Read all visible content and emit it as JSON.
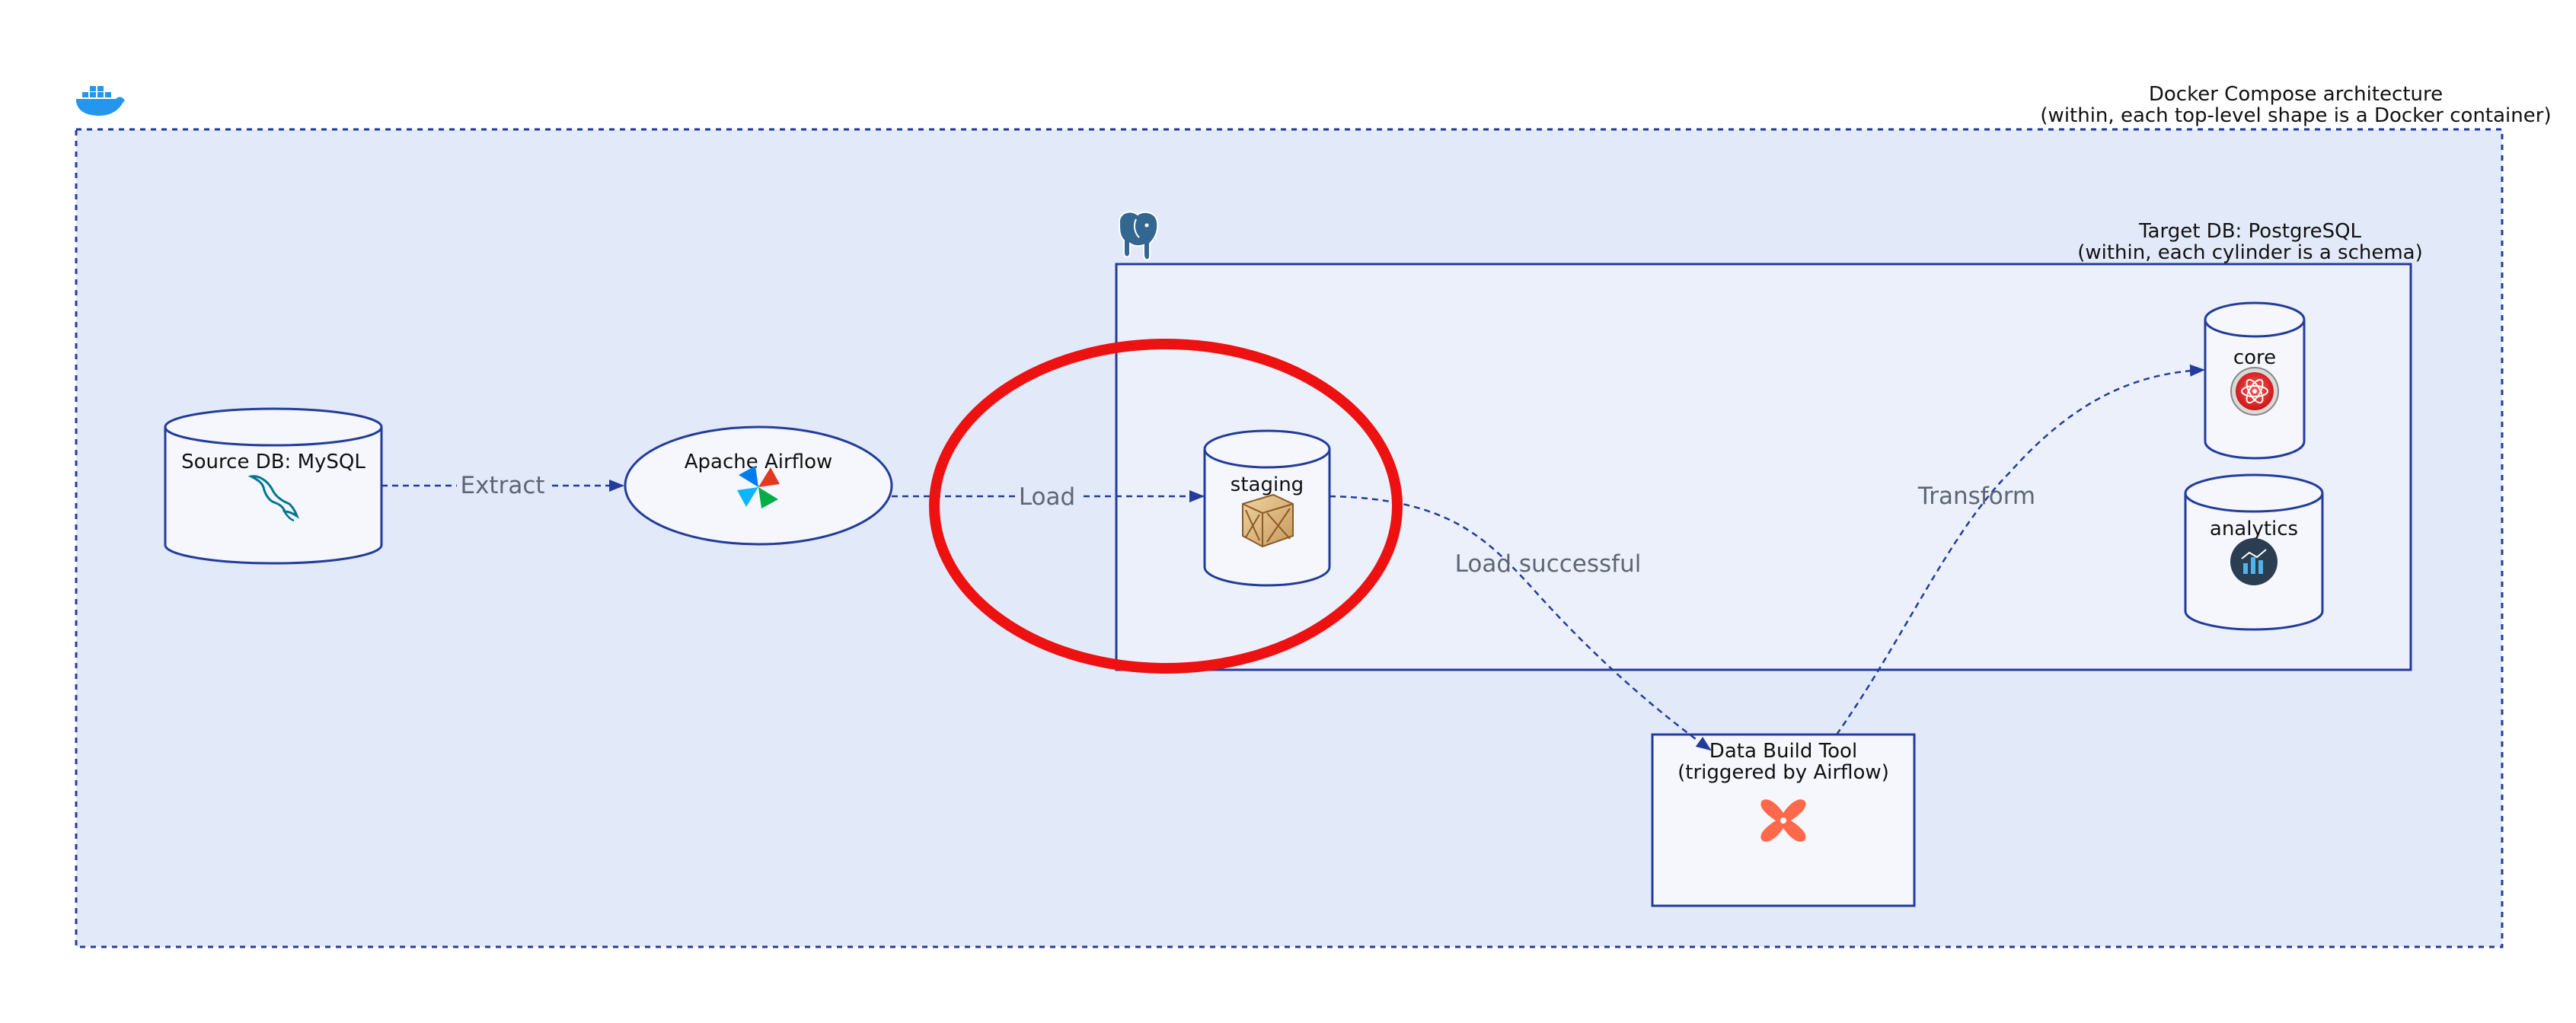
{
  "docker": {
    "title": "Docker Compose architecture",
    "subtitle": "(within, each top-level shape is a Docker container)",
    "icon": "docker-whale-icon"
  },
  "source_db": {
    "label": "Source DB: MySQL",
    "icon": "mysql-dolphin-icon"
  },
  "airflow": {
    "label": "Apache Airflow",
    "icon": "airflow-pinwheel-icon"
  },
  "postgres": {
    "title": "Target DB: PostgreSQL",
    "subtitle": "(within, each cylinder is a schema)",
    "icon": "postgres-elephant-icon"
  },
  "schemas": {
    "staging": {
      "label": "staging",
      "icon": "crate-icon"
    },
    "core": {
      "label": "core",
      "icon": "core-atom-icon"
    },
    "analytics": {
      "label": "analytics",
      "icon": "analytics-chart-icon"
    }
  },
  "dbt": {
    "title": "Data Build Tool",
    "subtitle": "(triggered by Airflow)",
    "icon": "dbt-logo-icon"
  },
  "edges": {
    "extract": "Extract",
    "load": "Load",
    "load_successful": "Load successful",
    "transform": "Transform"
  },
  "colors": {
    "outer_fill": "#e2e9f9",
    "inner_fill": "#ebf0fb",
    "shape_fill": "#f5f7fd",
    "stroke": "#233c9b",
    "highlight": "#ee1111",
    "edge_label": "#5f6673"
  }
}
